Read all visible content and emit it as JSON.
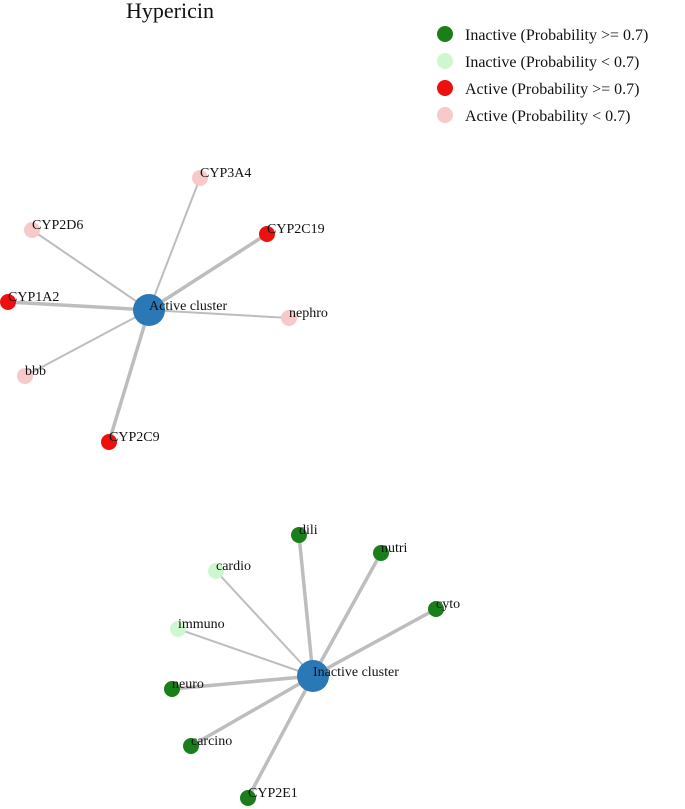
{
  "title": "Hypericin",
  "colors": {
    "inactive_high": "#1a7f1a",
    "inactive_low": "#cff7cf",
    "active_high": "#ee0f0f",
    "active_low": "#f7c9c9",
    "cluster": "#2a78b5",
    "edge": "#bdbdbd"
  },
  "legend": [
    {
      "label": "Inactive (Probability >= 0.7)",
      "class": "inactive_high"
    },
    {
      "label": "Inactive (Probability < 0.7)",
      "class": "inactive_low"
    },
    {
      "label": "Active (Probability >= 0.7)",
      "class": "active_high"
    },
    {
      "label": "Active (Probability < 0.7)",
      "class": "active_low"
    }
  ],
  "clusters": [
    {
      "id": "active",
      "label": "Active cluster",
      "nodes": [
        {
          "label": "CYP3A4",
          "class": "active_low"
        },
        {
          "label": "CYP2D6",
          "class": "active_low"
        },
        {
          "label": "CYP2C19",
          "class": "active_high"
        },
        {
          "label": "CYP1A2",
          "class": "active_high"
        },
        {
          "label": "nephro",
          "class": "active_low"
        },
        {
          "label": "bbb",
          "class": "active_low"
        },
        {
          "label": "CYP2C9",
          "class": "active_high"
        }
      ]
    },
    {
      "id": "inactive",
      "label": "Inactive cluster",
      "nodes": [
        {
          "label": "dili",
          "class": "inactive_high"
        },
        {
          "label": "nutri",
          "class": "inactive_high"
        },
        {
          "label": "cardio",
          "class": "inactive_low"
        },
        {
          "label": "cyto",
          "class": "inactive_high"
        },
        {
          "label": "immuno",
          "class": "inactive_low"
        },
        {
          "label": "neuro",
          "class": "inactive_high"
        },
        {
          "label": "carcino",
          "class": "inactive_high"
        },
        {
          "label": "CYP2E1",
          "class": "inactive_high"
        }
      ]
    }
  ]
}
